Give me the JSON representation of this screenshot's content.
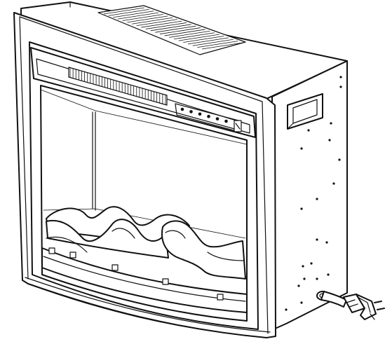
{
  "figure": {
    "colors": {
      "line": "#111111",
      "background": "#ffffff"
    },
    "parts": [
      "cabinet-housing",
      "top-vent",
      "front-trim-frame",
      "heater-grille",
      "control-panel",
      "power-switch",
      "viewing-glass",
      "log-set",
      "ember-bed",
      "side-handle",
      "mounting-holes",
      "power-cord",
      "plug"
    ],
    "icons": {
      "power_switch": "rocker-switch-icon",
      "side_handle": "recessed-handle-icon",
      "plug": "three-prong-plug-icon"
    }
  }
}
